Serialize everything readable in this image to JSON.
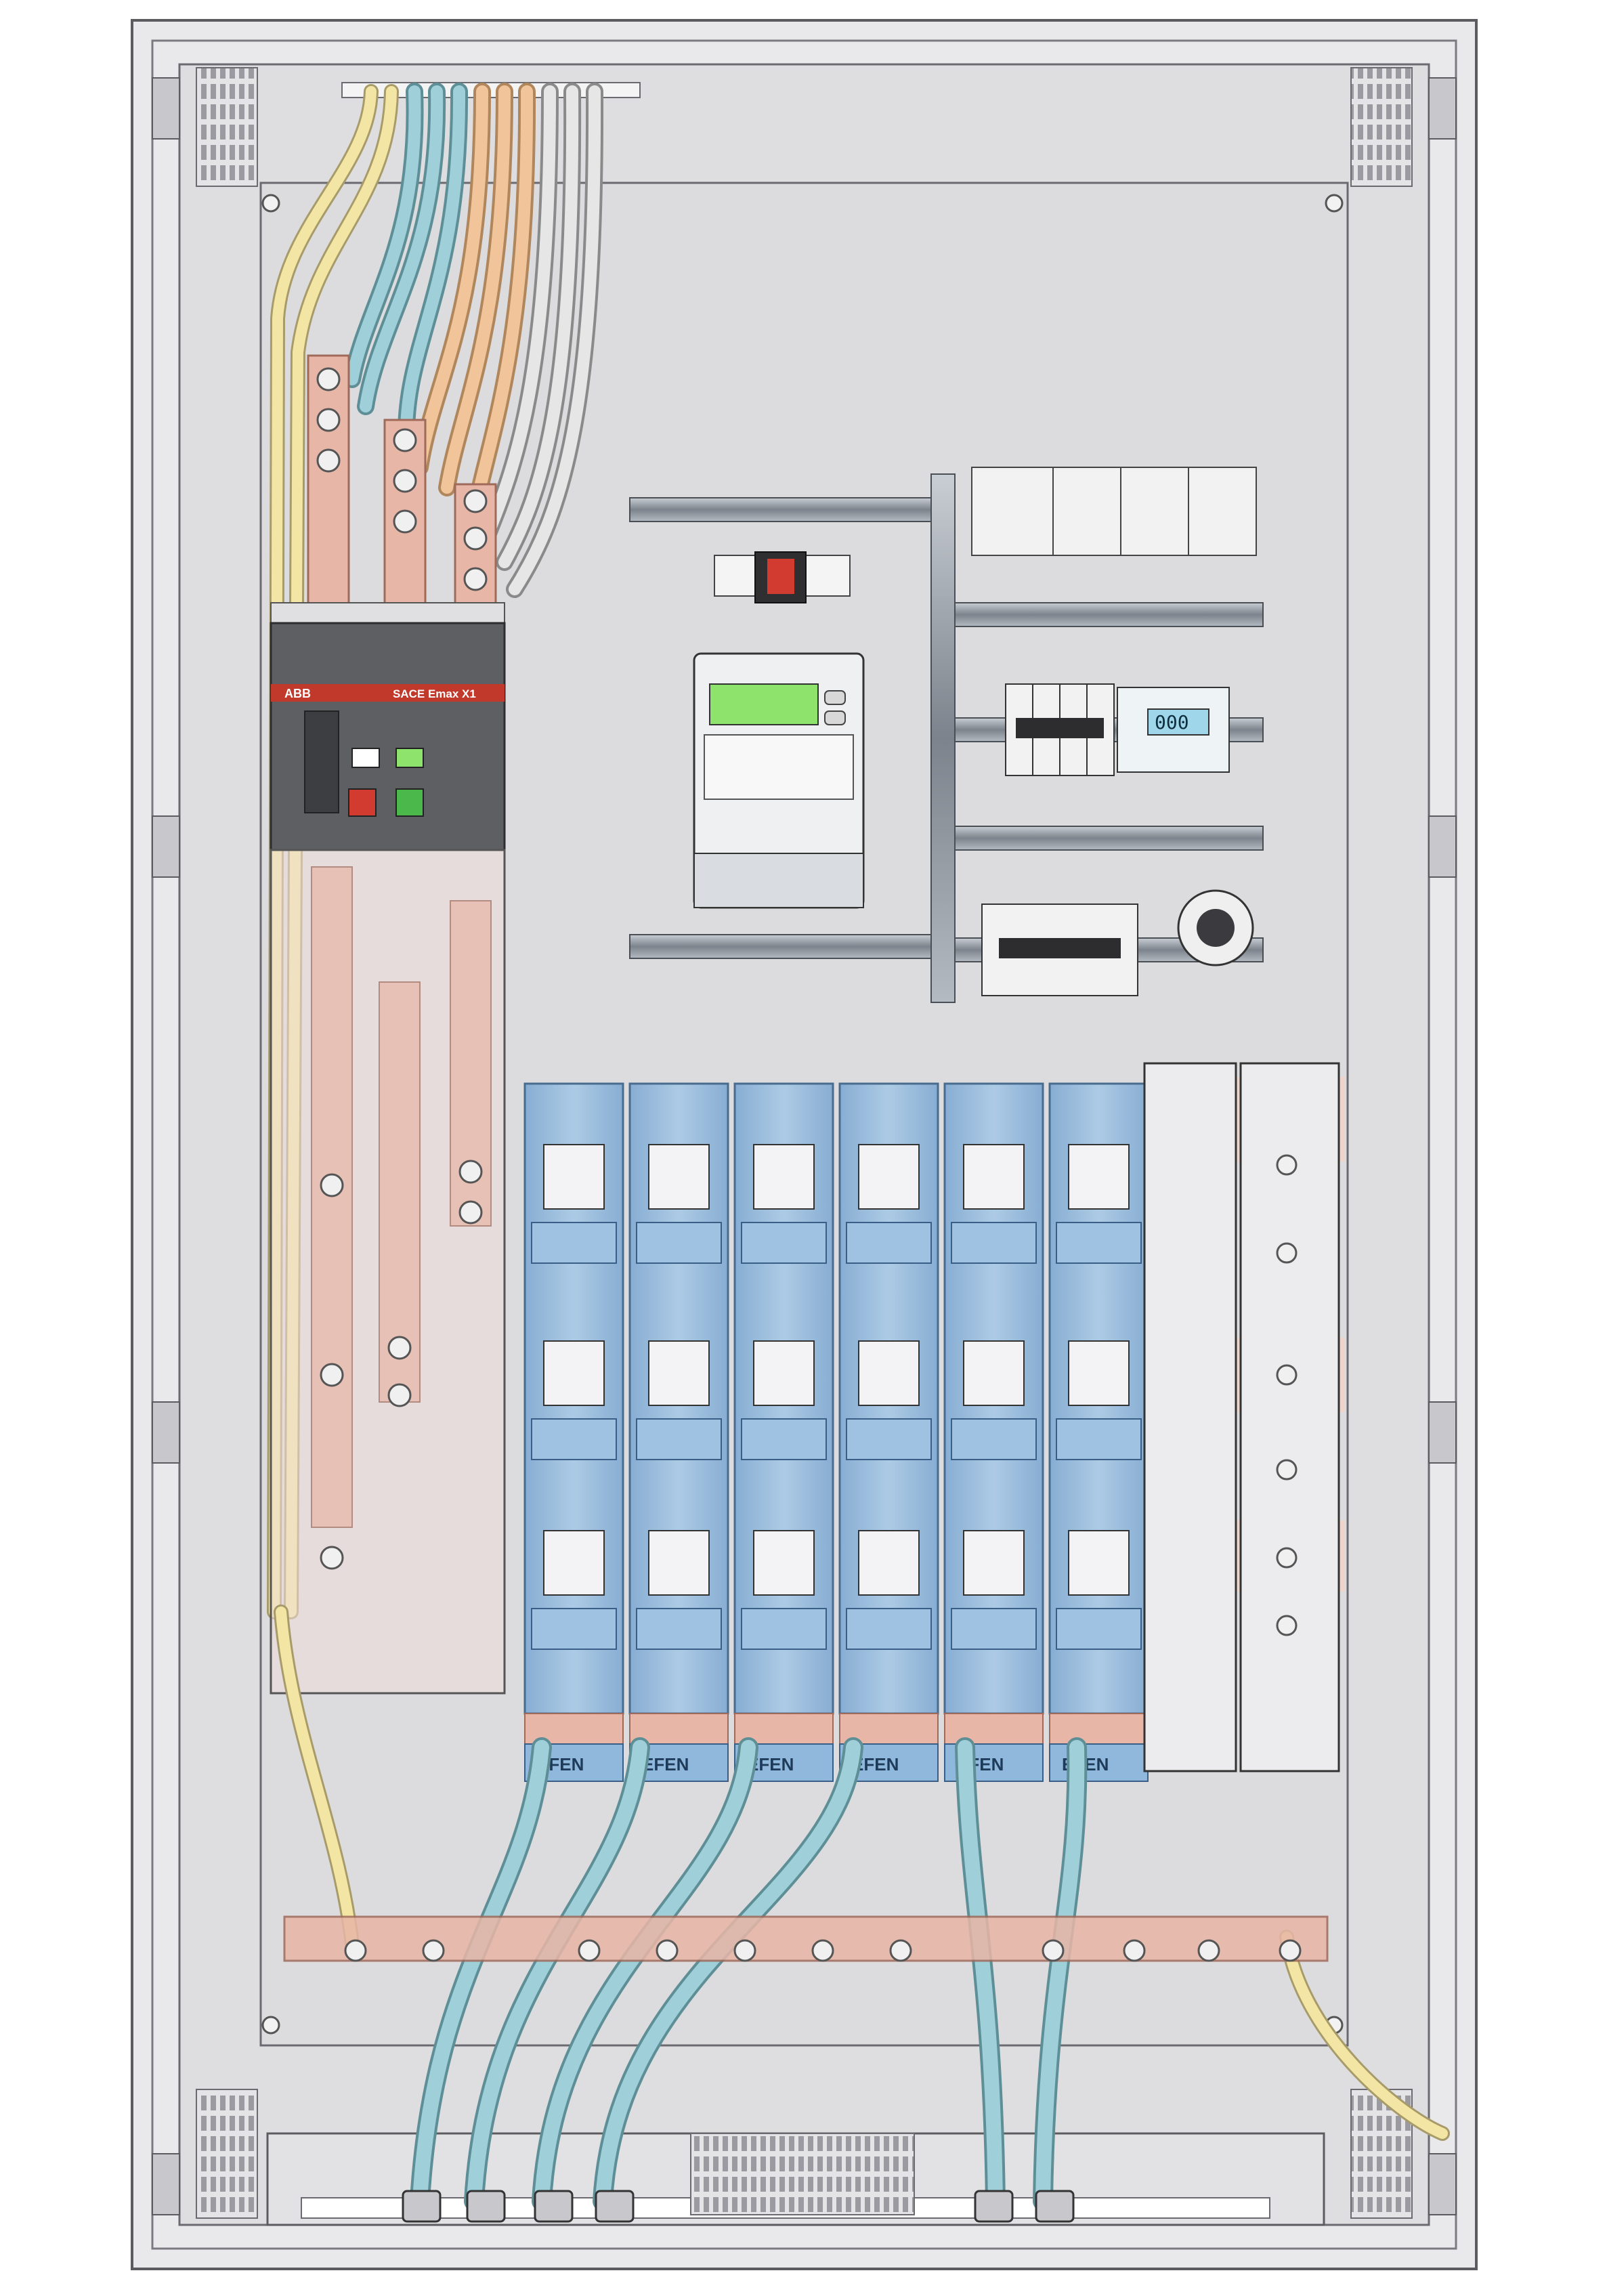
{
  "breaker": {
    "brand": "ABB",
    "model": "SACE Emax X1"
  },
  "energy_meter": {
    "display": ""
  },
  "din_display": {
    "value": "000"
  },
  "fuse_switch": {
    "brand": "EFEN",
    "count": 6
  },
  "colors": {
    "cabinet_fill": "#dcdcde",
    "cabinet_edge": "#5c5c60",
    "copper": "#e8b6a6",
    "copper_edge": "#a06a5a",
    "fuse_blue": "#8fb8dc",
    "fuse_edge": "#3a5f86",
    "cable_blue": "#9fcfd8",
    "cable_orange": "#f2c49a",
    "cable_white": "#e6e6e6",
    "cable_yellow": "#f3e6a4",
    "lcd_green": "#8ee36c",
    "rail": "#8c939c"
  }
}
